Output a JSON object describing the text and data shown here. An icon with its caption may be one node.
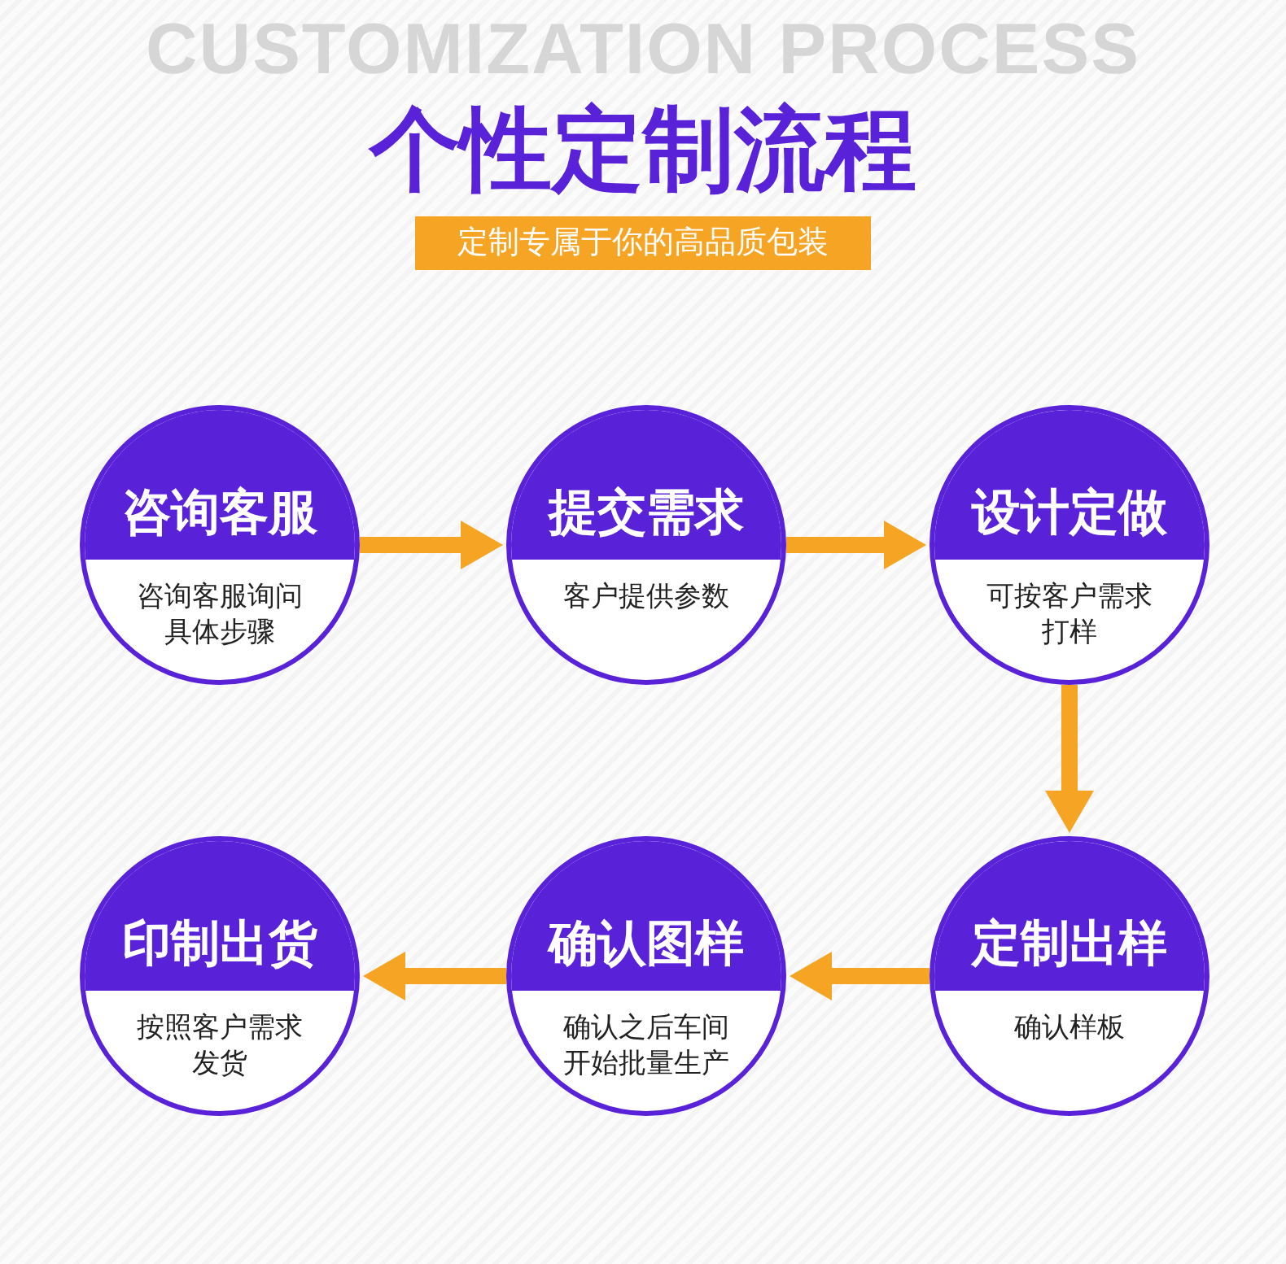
{
  "diagram": {
    "title": "个性定制流程",
    "nodes": [
      {
        "text": [
          "咨询客服",
          "咨询客服询问具体步骤"
        ]
      },
      {
        "text": [
          "提交需求",
          "客户提供参数"
        ]
      },
      {
        "text": [
          "设计定做",
          "可按客户需求打样"
        ]
      },
      {
        "text": [
          "定制出样",
          "确认样板"
        ]
      },
      {
        "text": [
          "确认图样",
          "确认之后车间开始批量生产"
        ]
      },
      {
        "text": [
          "印制出货",
          "按照客户需求发货"
        ]
      }
    ],
    "edges": [
      {
        "from": 0,
        "to": 1,
        "arrow": "to"
      },
      {
        "from": 1,
        "to": 2,
        "arrow": "to"
      },
      {
        "from": 2,
        "to": 3,
        "arrow": "to"
      },
      {
        "from": 3,
        "to": 4,
        "arrow": "to"
      },
      {
        "from": 4,
        "to": 5,
        "arrow": "to"
      }
    ],
    "labels": [
      "CUSTOMIZATION PROCESS",
      "定制专属于你的高品质包装"
    ]
  }
}
